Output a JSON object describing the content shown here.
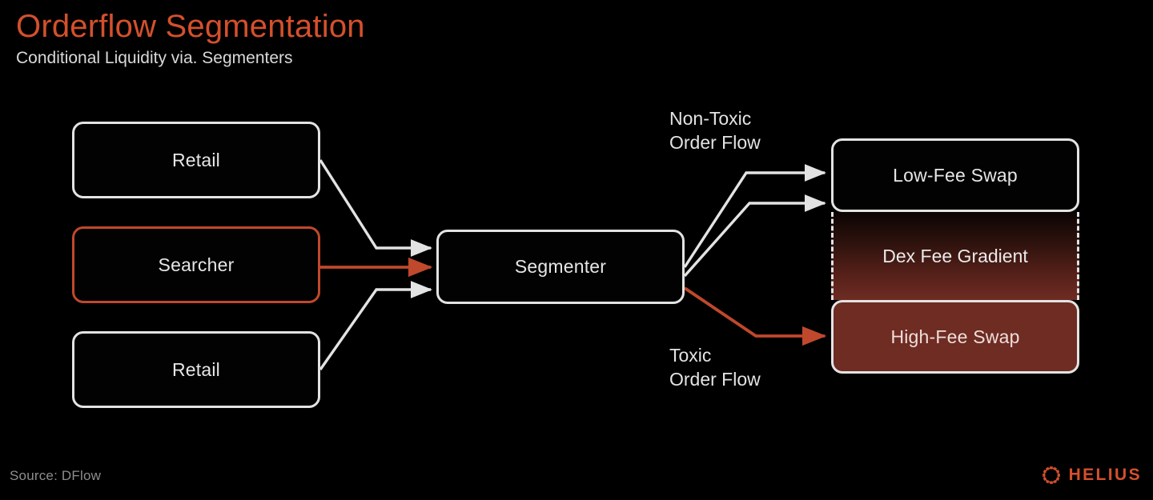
{
  "header": {
    "title": "Orderflow Segmentation",
    "subtitle": "Conditional Liquidity via. Segmenters"
  },
  "diagram": {
    "sources": [
      {
        "id": "retail-1",
        "label": "Retail",
        "style": "outline-white"
      },
      {
        "id": "searcher",
        "label": "Searcher",
        "style": "outline-accent"
      },
      {
        "id": "retail-2",
        "label": "Retail",
        "style": "outline-white"
      }
    ],
    "processor": {
      "id": "segmenter",
      "label": "Segmenter",
      "style": "outline-white"
    },
    "destinations": [
      {
        "id": "low-fee",
        "label": "Low-Fee Swap",
        "style": "outline-white"
      },
      {
        "id": "dex-fee-gradient",
        "label": "Dex Fee Gradient",
        "style": "dashed-gradient"
      },
      {
        "id": "high-fee",
        "label": "High-Fee Swap",
        "style": "filled-accent"
      }
    ],
    "flow_labels": [
      {
        "id": "non-toxic",
        "label": "Non-Toxic\nOrder Flow"
      },
      {
        "id": "toxic",
        "label": "Toxic\nOrder Flow"
      }
    ],
    "edges": [
      {
        "from": "retail-1",
        "to": "segmenter",
        "color": "#e3e3e3"
      },
      {
        "from": "searcher",
        "to": "segmenter",
        "color": "#c0482c"
      },
      {
        "from": "retail-2",
        "to": "segmenter",
        "color": "#e3e3e3"
      },
      {
        "from": "segmenter",
        "to": "low-fee",
        "color": "#e3e3e3"
      },
      {
        "from": "segmenter",
        "to": "low-fee",
        "color": "#e3e3e3"
      },
      {
        "from": "segmenter",
        "to": "high-fee",
        "color": "#c0482c"
      }
    ]
  },
  "footer": {
    "source": "Source: DFlow",
    "brand_name": "HELIUS",
    "brand_mark_icon": "helius-sun-ring-icon"
  },
  "colors": {
    "background": "#000000",
    "accent": "#d4502c",
    "edge_accent": "#c0482c",
    "outline": "#e3e3e3",
    "text": "#e6e6e6",
    "muted_text": "#8d8d8d",
    "filled_node": "#6e2c23"
  }
}
